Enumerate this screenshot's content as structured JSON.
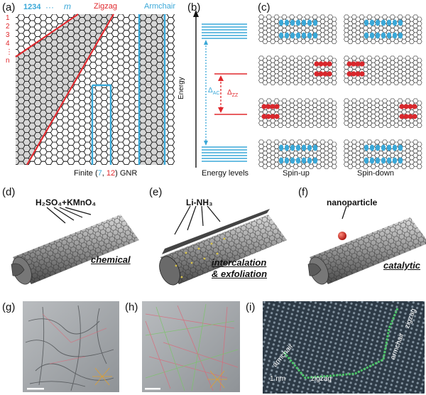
{
  "panel_labels": {
    "a": "(a)",
    "b": "(b)",
    "c": "(c)",
    "d": "(d)",
    "e": "(e)",
    "f": "(f)",
    "g": "(g)",
    "h": "(h)",
    "i": "(i)"
  },
  "panel_a": {
    "index_top": "1234",
    "index_dots": "···",
    "index_m": "m",
    "edge_zigzag": "Zigzag",
    "edge_armchair": "Armchair",
    "index_left": [
      "1",
      "2",
      "3",
      "4",
      "⋮",
      "n"
    ],
    "caption_pre": "Finite (",
    "caption_m": "7",
    "caption_sep": ", ",
    "caption_n": "12",
    "caption_post": ") GNR",
    "colors": {
      "zigzag": "#e0282d",
      "armchair": "#3aa8d8",
      "lattice": "#1a1a1a"
    }
  },
  "panel_b": {
    "y_axis_label": "Energy",
    "delta_ac": "Δ",
    "delta_ac_sub": "AC",
    "delta_zz": "Δ",
    "delta_zz_sub": "ZZ",
    "caption": "Energy levels"
  },
  "panel_c": {
    "col_up": "Spin-up",
    "col_down": "Spin-down",
    "colors": {
      "blue": "#3aa8d8",
      "red": "#d8282d"
    }
  },
  "panel_d": {
    "reagent": "H₂SO₄+KMnO₄",
    "method": "chemical"
  },
  "panel_e": {
    "reagent": "Li-NH₃",
    "method_line1": "intercalation",
    "method_line2": "& exfoliation"
  },
  "panel_f": {
    "reagent": "nanoparticle",
    "method": "catalytic"
  },
  "panel_i": {
    "scale": "1 nm",
    "labels": [
      "zigzag",
      "armchair",
      "zigzag",
      "armchair"
    ]
  }
}
